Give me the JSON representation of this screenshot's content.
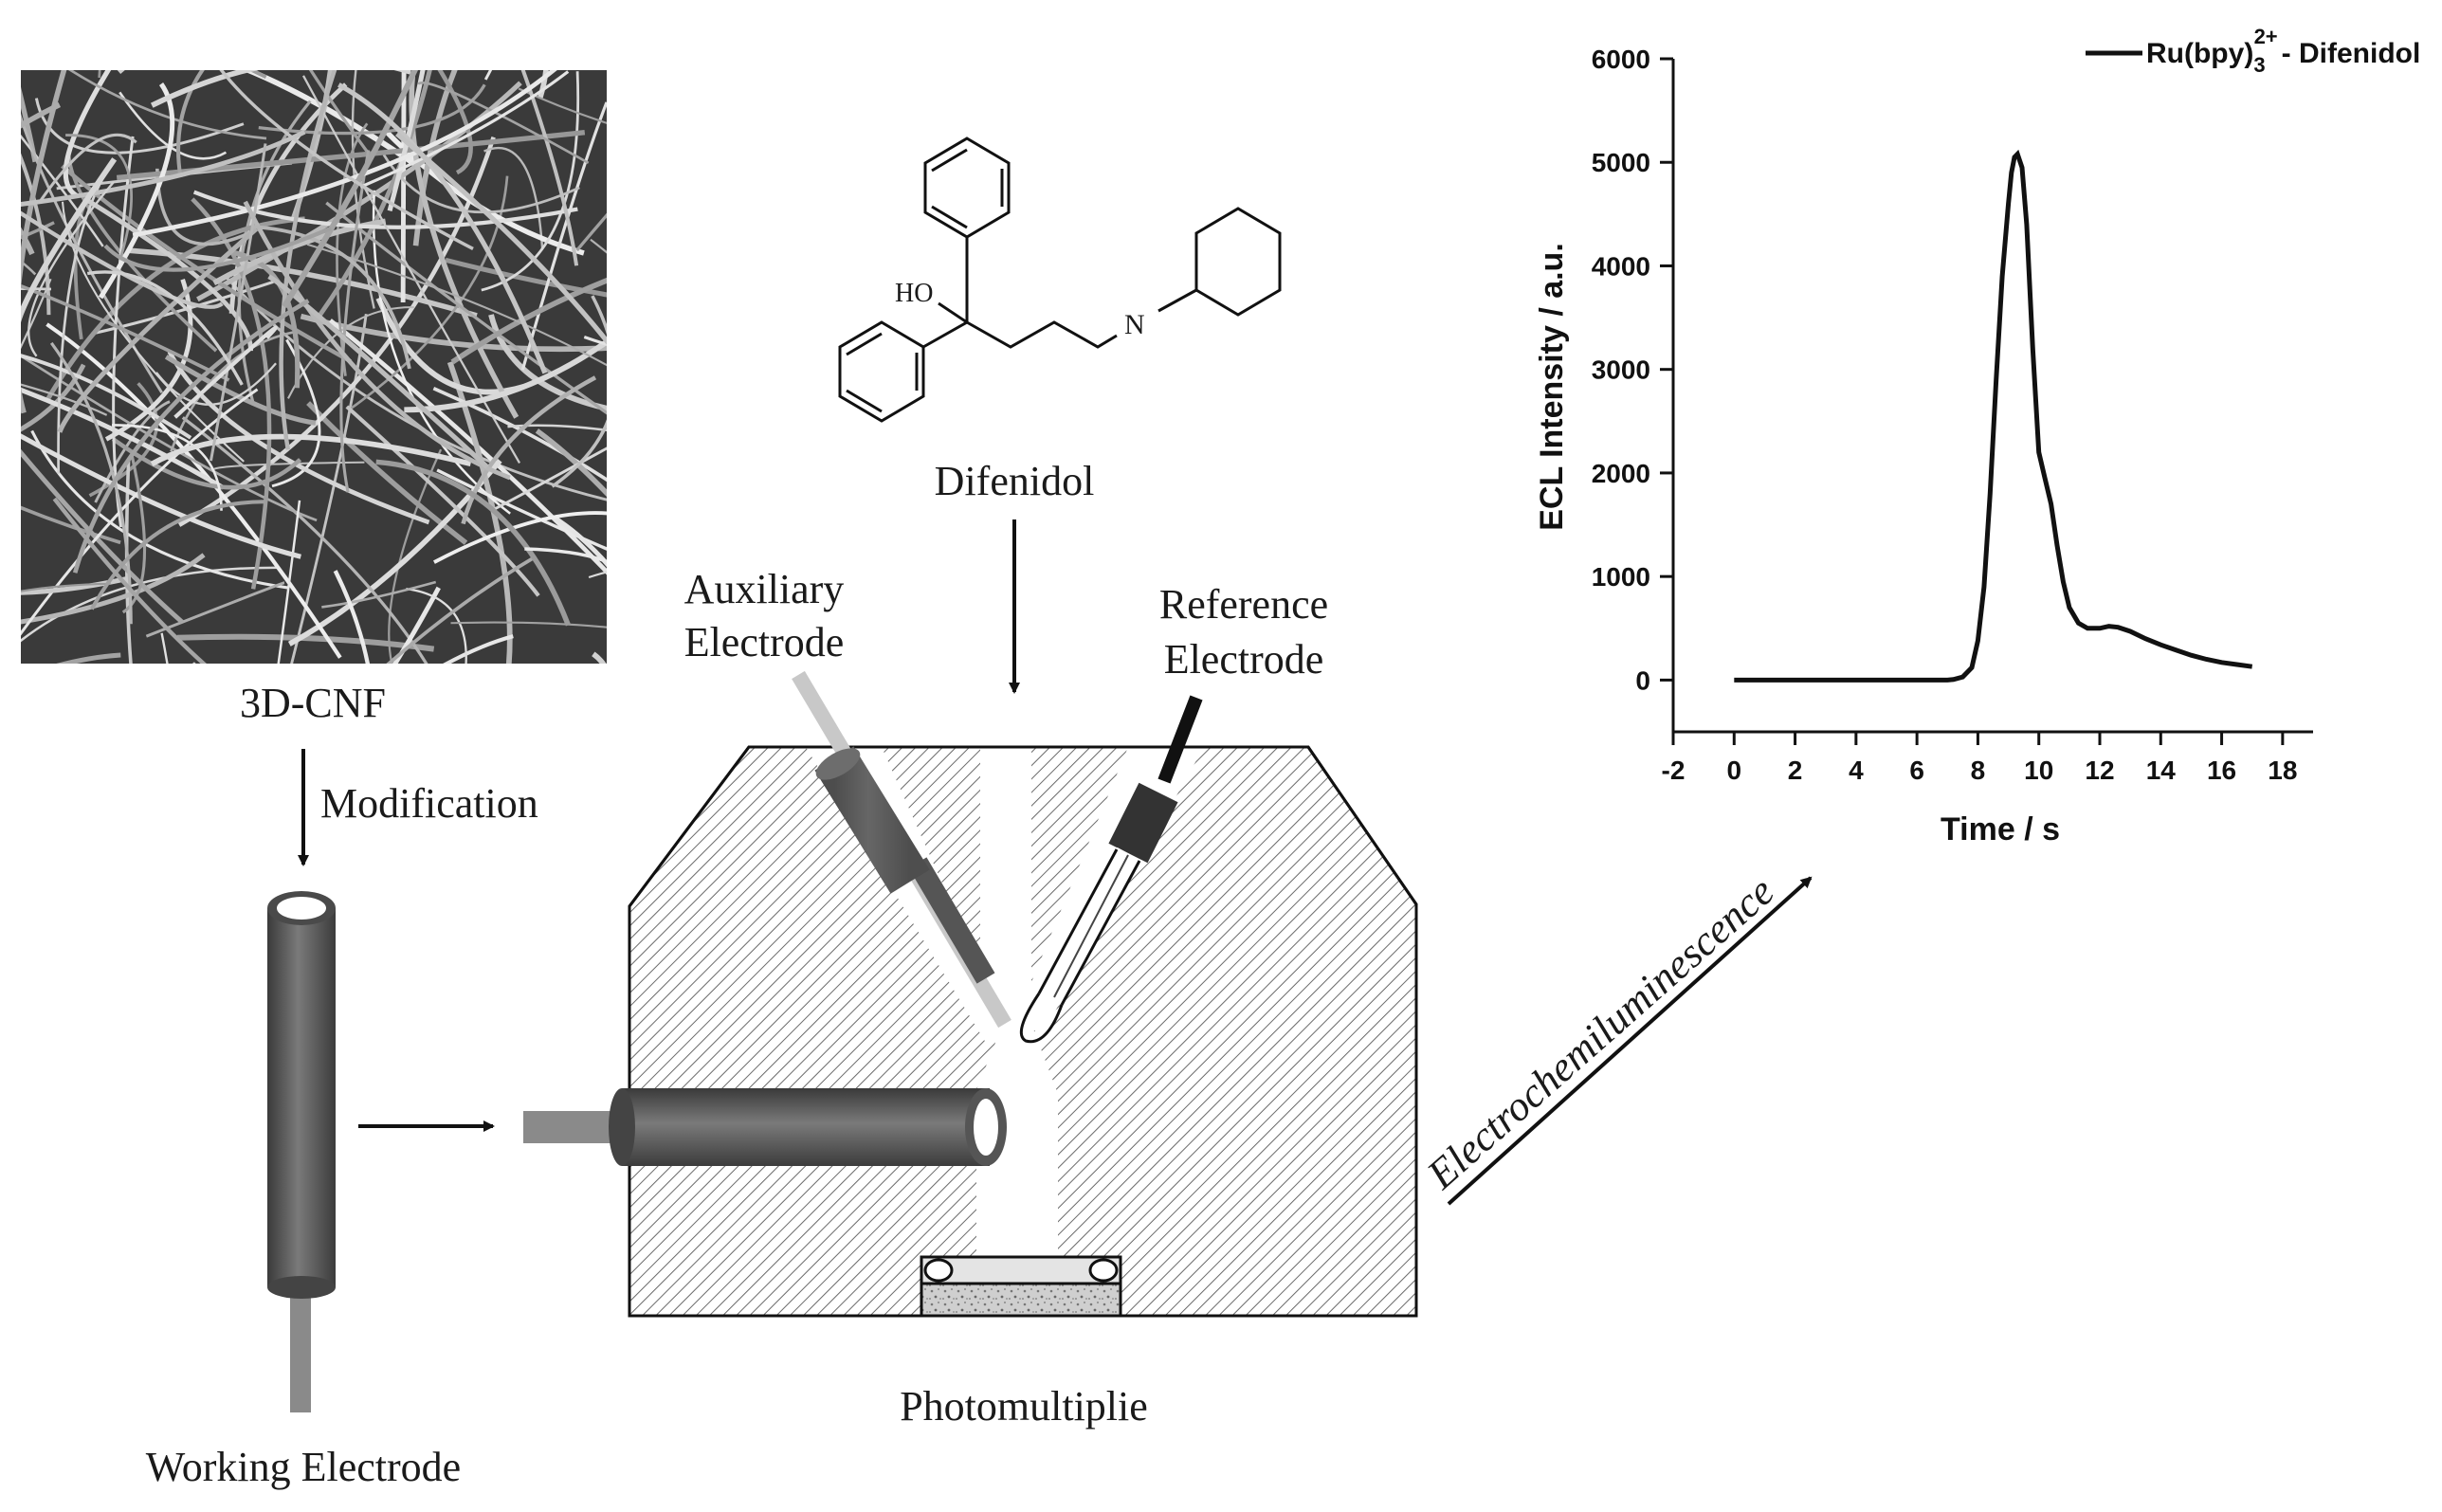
{
  "diagram": {
    "sem_label": "3D-CNF",
    "modification_label": "Modification",
    "working_electrode_label": "Working Electrode",
    "molecule_label": "Difenidol",
    "molecule_ho": "HO",
    "molecule_n": "N",
    "auxiliary_label_line1": "Auxiliary",
    "auxiliary_label_line2": "Electrode",
    "reference_label_line1": "Reference",
    "reference_label_line2": "Electrode",
    "photomultiplier_label": "Photomultiplie",
    "ecl_label": "Electrochemiluminescence"
  },
  "chart_data": {
    "type": "line",
    "title": "",
    "xlabel": "Time / s",
    "ylabel": "ECL Intensity / a.u.",
    "xlim": [
      -2,
      19
    ],
    "ylim": [
      -500,
      6000
    ],
    "xticks": [
      -2,
      0,
      2,
      4,
      6,
      8,
      10,
      12,
      14,
      16,
      18
    ],
    "yticks": [
      0,
      1000,
      2000,
      3000,
      4000,
      5000,
      6000
    ],
    "legend_position": "top-right",
    "legend_base": "Ru(bpy)",
    "legend_sub": "3",
    "legend_sup": "2+",
    "legend_suffix": "- Difenidol",
    "grid": false,
    "series": [
      {
        "name": "Ru(bpy)3 2+ - Difenidol",
        "x": [
          0,
          1,
          2,
          3,
          4,
          5,
          6,
          7,
          7.2,
          7.5,
          7.8,
          8.0,
          8.2,
          8.4,
          8.6,
          8.8,
          9.0,
          9.1,
          9.2,
          9.3,
          9.45,
          9.6,
          9.8,
          10.0,
          10.2,
          10.4,
          10.6,
          10.8,
          11.0,
          11.3,
          11.6,
          12.0,
          12.3,
          12.6,
          13.0,
          13.5,
          14.0,
          14.5,
          15.0,
          15.5,
          16.0,
          16.5,
          17.0
        ],
        "values": [
          0,
          0,
          0,
          0,
          0,
          0,
          0,
          0,
          5,
          30,
          120,
          380,
          900,
          1800,
          2900,
          3900,
          4600,
          4900,
          5050,
          5080,
          4950,
          4400,
          3200,
          2200,
          1950,
          1700,
          1300,
          950,
          700,
          550,
          500,
          500,
          520,
          510,
          470,
          400,
          340,
          290,
          240,
          200,
          170,
          150,
          130
        ]
      }
    ]
  }
}
